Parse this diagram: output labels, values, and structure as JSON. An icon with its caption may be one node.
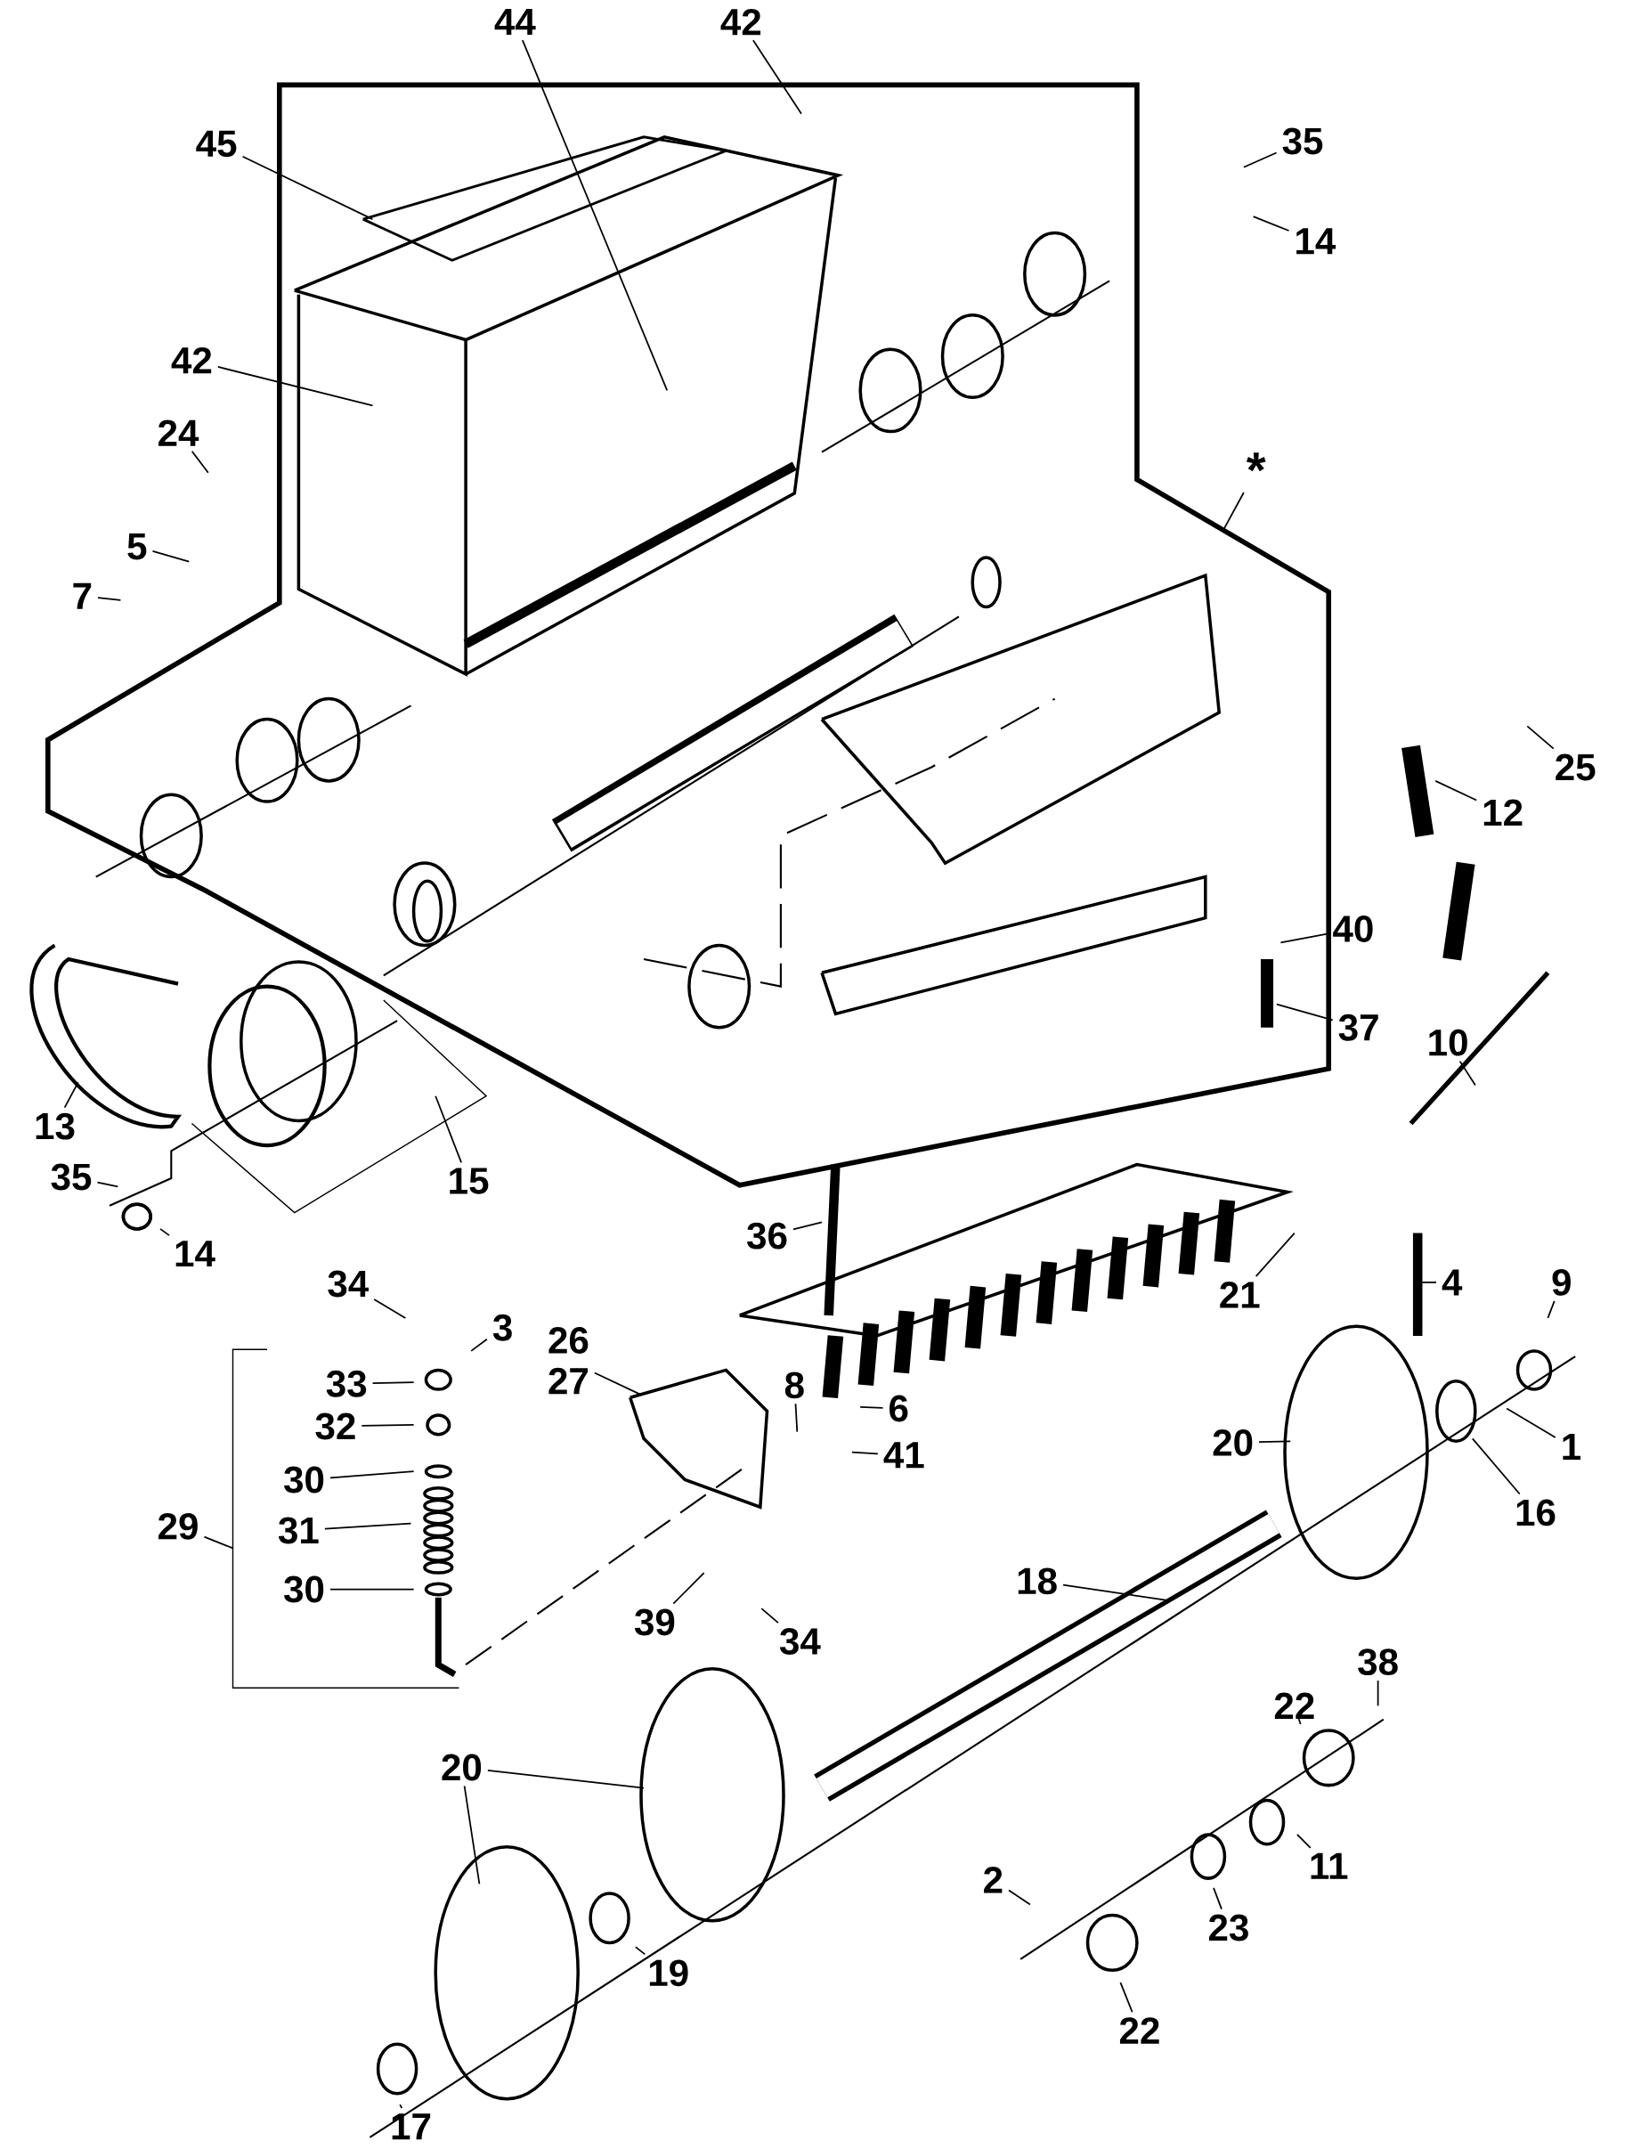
{
  "diagram": {
    "nodes": [
      {
        "text": [
          "44"
        ]
      },
      {
        "text": [
          "42"
        ]
      },
      {
        "text": [
          "45"
        ]
      },
      {
        "text": [
          "35"
        ]
      },
      {
        "text": [
          "14"
        ]
      },
      {
        "text": [
          "42"
        ]
      },
      {
        "text": [
          "24"
        ]
      },
      {
        "text": [
          "5"
        ]
      },
      {
        "text": [
          "7"
        ]
      },
      {
        "text": [
          "*"
        ]
      },
      {
        "text": [
          "25"
        ]
      },
      {
        "text": [
          "12"
        ]
      },
      {
        "text": [
          "40"
        ]
      },
      {
        "text": [
          "37"
        ]
      },
      {
        "text": [
          "10"
        ]
      },
      {
        "text": [
          "13"
        ]
      },
      {
        "text": [
          "15"
        ]
      },
      {
        "text": [
          "35"
        ]
      },
      {
        "text": [
          "14"
        ]
      },
      {
        "text": [
          "36"
        ]
      },
      {
        "text": [
          "21"
        ]
      },
      {
        "text": [
          "4"
        ]
      },
      {
        "text": [
          "9"
        ]
      },
      {
        "text": [
          "34"
        ]
      },
      {
        "text": [
          "3"
        ]
      },
      {
        "text": [
          "33"
        ]
      },
      {
        "text": [
          "26",
          "27"
        ]
      },
      {
        "text": [
          "8"
        ]
      },
      {
        "text": [
          "6"
        ]
      },
      {
        "text": [
          "32"
        ]
      },
      {
        "text": [
          "30"
        ]
      },
      {
        "text": [
          "41"
        ]
      },
      {
        "text": [
          "20"
        ]
      },
      {
        "text": [
          "1"
        ]
      },
      {
        "text": [
          "16"
        ]
      },
      {
        "text": [
          "29"
        ]
      },
      {
        "text": [
          "31"
        ]
      },
      {
        "text": [
          "30"
        ]
      },
      {
        "text": [
          "18"
        ]
      },
      {
        "text": [
          "39"
        ]
      },
      {
        "text": [
          "34"
        ]
      },
      {
        "text": [
          "38"
        ]
      },
      {
        "text": [
          "22"
        ]
      },
      {
        "text": [
          "20"
        ]
      },
      {
        "text": [
          "11"
        ]
      },
      {
        "text": [
          "2"
        ]
      },
      {
        "text": [
          "23"
        ]
      },
      {
        "text": [
          "19"
        ]
      },
      {
        "text": [
          "22"
        ]
      },
      {
        "text": [
          "17"
        ]
      }
    ],
    "edges": [
      {
        "from": 0,
        "to": null,
        "arrow": "none"
      },
      {
        "from": 1,
        "to": null,
        "arrow": "none"
      },
      {
        "from": 2,
        "to": null,
        "arrow": "none"
      },
      {
        "from": 3,
        "to": null,
        "arrow": "none"
      },
      {
        "from": 4,
        "to": null,
        "arrow": "none"
      },
      {
        "from": 5,
        "to": null,
        "arrow": "none"
      },
      {
        "from": 6,
        "to": null,
        "arrow": "none"
      },
      {
        "from": 7,
        "to": null,
        "arrow": "none"
      },
      {
        "from": 8,
        "to": null,
        "arrow": "none"
      },
      {
        "from": 9,
        "to": null,
        "arrow": "none"
      },
      {
        "from": 10,
        "to": null,
        "arrow": "none"
      },
      {
        "from": 11,
        "to": null,
        "arrow": "none"
      },
      {
        "from": 12,
        "to": null,
        "arrow": "none"
      },
      {
        "from": 13,
        "to": null,
        "arrow": "none"
      },
      {
        "from": 14,
        "to": null,
        "arrow": "none"
      },
      {
        "from": 15,
        "to": null,
        "arrow": "none"
      },
      {
        "from": 16,
        "to": null,
        "arrow": "none"
      },
      {
        "from": 17,
        "to": null,
        "arrow": "none"
      },
      {
        "from": 18,
        "to": null,
        "arrow": "none"
      },
      {
        "from": 19,
        "to": null,
        "arrow": "none"
      },
      {
        "from": 20,
        "to": null,
        "arrow": "none"
      },
      {
        "from": 21,
        "to": null,
        "arrow": "none"
      },
      {
        "from": 22,
        "to": null,
        "arrow": "none"
      },
      {
        "from": 23,
        "to": null,
        "arrow": "none"
      },
      {
        "from": 24,
        "to": null,
        "arrow": "none"
      },
      {
        "from": 25,
        "to": null,
        "arrow": "none"
      },
      {
        "from": 26,
        "to": null,
        "arrow": "none"
      },
      {
        "from": 27,
        "to": null,
        "arrow": "none"
      },
      {
        "from": 28,
        "to": null,
        "arrow": "none"
      },
      {
        "from": 29,
        "to": null,
        "arrow": "none"
      },
      {
        "from": 30,
        "to": null,
        "arrow": "none"
      },
      {
        "from": 31,
        "to": null,
        "arrow": "none"
      },
      {
        "from": 32,
        "to": null,
        "arrow": "none"
      },
      {
        "from": 33,
        "to": null,
        "arrow": "none"
      },
      {
        "from": 34,
        "to": null,
        "arrow": "none"
      },
      {
        "from": 35,
        "to": null,
        "arrow": "none"
      },
      {
        "from": 36,
        "to": null,
        "arrow": "none"
      },
      {
        "from": 37,
        "to": null,
        "arrow": "none"
      },
      {
        "from": 38,
        "to": null,
        "arrow": "none"
      },
      {
        "from": 39,
        "to": null,
        "arrow": "none"
      },
      {
        "from": 40,
        "to": null,
        "arrow": "none"
      },
      {
        "from": 41,
        "to": null,
        "arrow": "none"
      },
      {
        "from": 42,
        "to": null,
        "arrow": "none"
      },
      {
        "from": 43,
        "to": null,
        "arrow": "none"
      },
      {
        "from": 43,
        "to": null,
        "arrow": "none"
      },
      {
        "from": 44,
        "to": null,
        "arrow": "none"
      },
      {
        "from": 45,
        "to": null,
        "arrow": "none"
      },
      {
        "from": 46,
        "to": null,
        "arrow": "none"
      },
      {
        "from": 47,
        "to": null,
        "arrow": "none"
      },
      {
        "from": 48,
        "to": null,
        "arrow": "none"
      },
      {
        "from": 49,
        "to": null,
        "arrow": "none"
      }
    ]
  }
}
